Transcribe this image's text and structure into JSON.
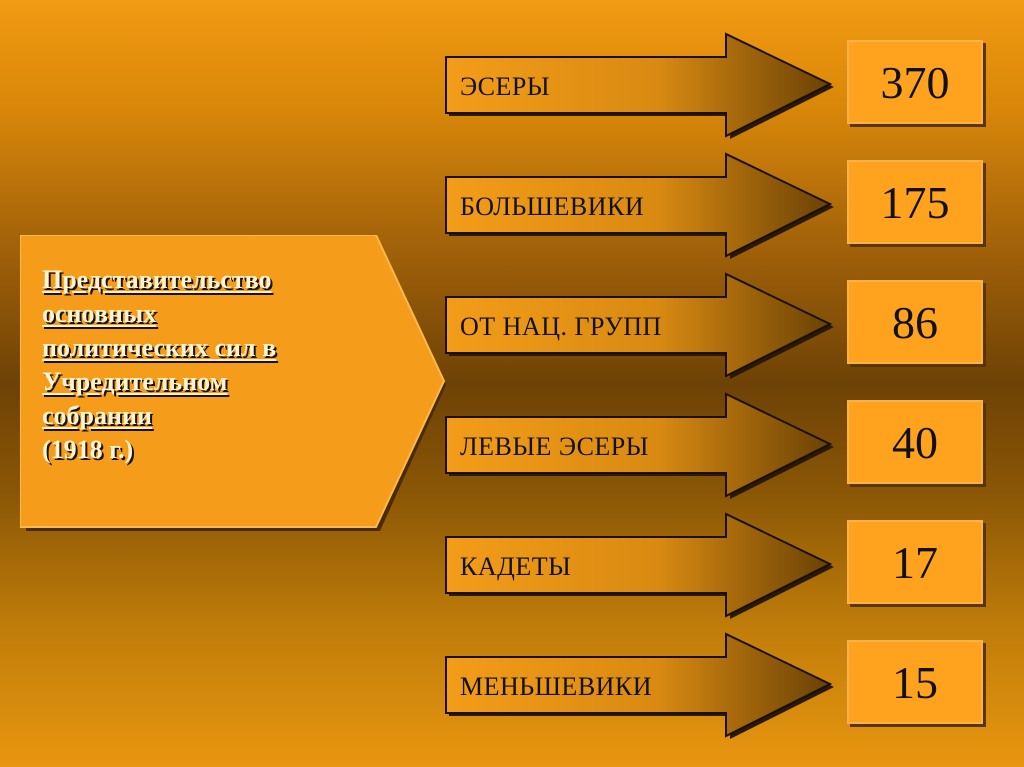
{
  "title": {
    "line1": "Представительство",
    "line2": "основных",
    "line3": "политических сил  в",
    "line4": "Учредительном",
    "line5": "собрании",
    "year": "(1918 г.)"
  },
  "parties": [
    {
      "label": "ЭСЕРЫ",
      "value": "370"
    },
    {
      "label": "БОЛЬШЕВИКИ",
      "value": "175"
    },
    {
      "label": "ОТ НАЦ. ГРУПП",
      "value": "86"
    },
    {
      "label": "ЛЕВЫЕ ЭСЕРЫ",
      "value": "40"
    },
    {
      "label": "КАДЕТЫ",
      "value": "17"
    },
    {
      "label": "МЕНЬШЕВИКИ",
      "value": "15"
    }
  ],
  "colors": {
    "box_fill": "#ffa31f",
    "arrow_fill": "#e99515",
    "shadow": "#4a2c04"
  }
}
